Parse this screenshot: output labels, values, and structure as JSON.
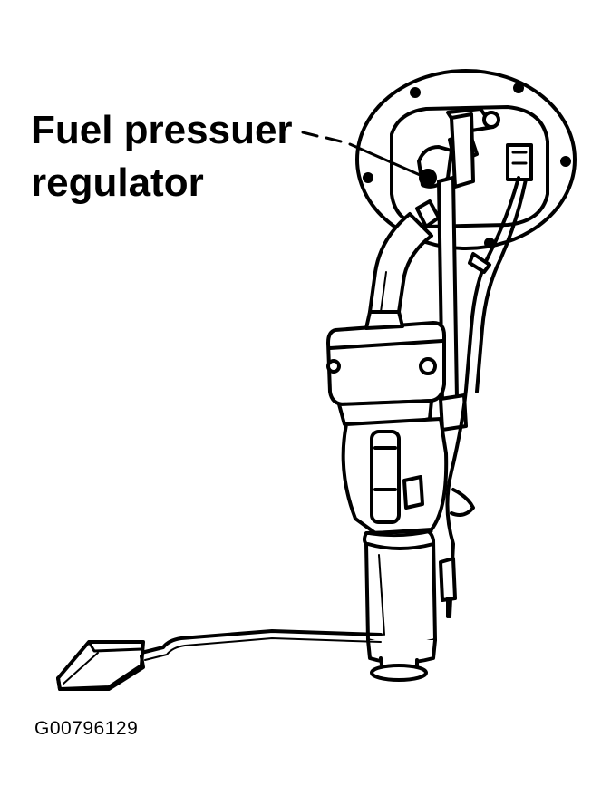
{
  "callout": {
    "line1": "Fuel pressuer",
    "line2": "regulator"
  },
  "figure_code": "G00796129",
  "colors": {
    "ink": "#000000",
    "paper": "#ffffff"
  }
}
